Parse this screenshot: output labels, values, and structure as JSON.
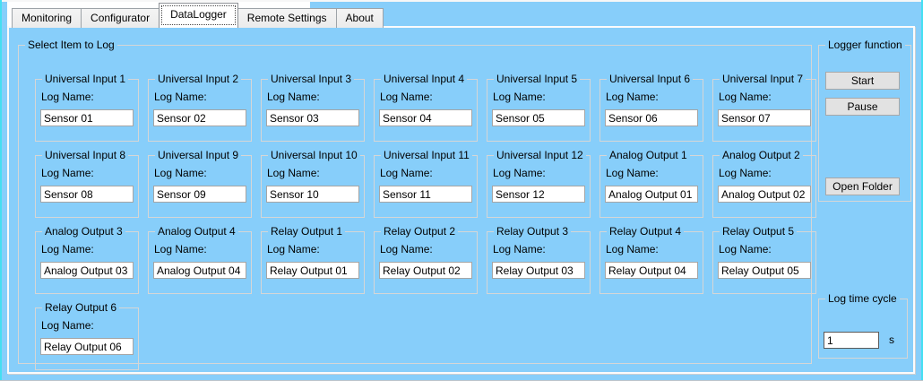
{
  "tabs": [
    {
      "label": "Monitoring",
      "selected": false
    },
    {
      "label": "Configurator",
      "selected": false
    },
    {
      "label": "DataLogger",
      "selected": true
    },
    {
      "label": "Remote Settings",
      "selected": false
    },
    {
      "label": "About",
      "selected": false
    }
  ],
  "select_group": {
    "title": "Select Item to Log",
    "items": [
      {
        "title": "Universal Input 1",
        "label": "Log Name:",
        "value": "Sensor 01"
      },
      {
        "title": "Universal Input 2",
        "label": "Log Name:",
        "value": "Sensor 02"
      },
      {
        "title": "Universal Input 3",
        "label": "Log Name:",
        "value": "Sensor 03"
      },
      {
        "title": "Universal Input 4",
        "label": "Log Name:",
        "value": "Sensor 04"
      },
      {
        "title": "Universal Input 5",
        "label": "Log Name:",
        "value": "Sensor 05"
      },
      {
        "title": "Universal Input 6",
        "label": "Log Name:",
        "value": "Sensor 06"
      },
      {
        "title": "Universal Input 7",
        "label": "Log Name:",
        "value": "Sensor 07"
      },
      {
        "title": "Universal Input 8",
        "label": "Log Name:",
        "value": "Sensor 08"
      },
      {
        "title": "Universal Input 9",
        "label": "Log Name:",
        "value": "Sensor 09"
      },
      {
        "title": "Universal Input 10",
        "label": "Log Name:",
        "value": "Sensor 10"
      },
      {
        "title": "Universal Input 11",
        "label": "Log Name:",
        "value": "Sensor 11"
      },
      {
        "title": "Universal Input 12",
        "label": "Log Name:",
        "value": "Sensor 12"
      },
      {
        "title": "Analog Output 1",
        "label": "Log Name:",
        "value": "Analog Output 01"
      },
      {
        "title": "Analog Output 2",
        "label": "Log Name:",
        "value": "Analog Output 02"
      },
      {
        "title": "Analog Output 3",
        "label": "Log Name:",
        "value": "Analog Output 03"
      },
      {
        "title": "Analog Output 4",
        "label": "Log Name:",
        "value": "Analog Output 04"
      },
      {
        "title": "Relay Output 1",
        "label": "Log Name:",
        "value": "Relay Output 01"
      },
      {
        "title": "Relay Output 2",
        "label": "Log Name:",
        "value": "Relay Output 02"
      },
      {
        "title": "Relay Output 3",
        "label": "Log Name:",
        "value": "Relay Output 03"
      },
      {
        "title": "Relay Output 4",
        "label": "Log Name:",
        "value": "Relay Output 04"
      },
      {
        "title": "Relay Output 5",
        "label": "Log Name:",
        "value": "Relay Output 05"
      },
      {
        "title": "Relay Output 6",
        "label": "Log Name:",
        "value": "Relay Output 06"
      }
    ]
  },
  "logger_function": {
    "title": "Logger function",
    "start_label": "Start",
    "pause_label": "Pause",
    "open_folder_label": "Open Folder"
  },
  "log_time_cycle": {
    "title": "Log time cycle",
    "value": "1",
    "unit": "s"
  },
  "colors": {
    "form_background": "#87CEFA",
    "accent_edge": "#44DFF2",
    "tab_selected_bg": "#FFFFFF",
    "groupbox_border": "#D6D6D6",
    "button_bg": "#E2E2E2"
  }
}
